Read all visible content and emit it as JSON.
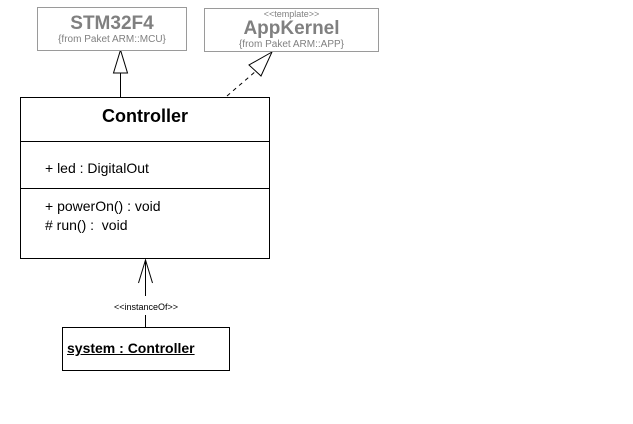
{
  "diagram": {
    "type": "UML class diagram",
    "external_classes": [
      {
        "name": "STM32F4",
        "stereotype": "",
        "origin": "{from Paket ARM::MCU}"
      },
      {
        "name": "AppKernel",
        "stereotype": "<<template>>",
        "origin": "{from Paket ARM::APP}"
      }
    ],
    "main_class": {
      "name": "Controller",
      "attributes": [
        "+ led : DigitalOut"
      ],
      "operations": [
        "+ powerOn() : void",
        "# run() :  void"
      ]
    },
    "object": {
      "name": "system : Controller"
    },
    "relations": [
      {
        "from": "Controller",
        "to": "STM32F4",
        "kind": "generalization"
      },
      {
        "from": "Controller",
        "to": "AppKernel",
        "kind": "realization"
      },
      {
        "from": "system : Controller",
        "to": "Controller",
        "kind": "dependency",
        "label": "<<instanceOf>>"
      }
    ],
    "colors": {
      "external_text": "#808080",
      "external_border": "#9a9a9a",
      "line": "#000000",
      "background": "#ffffff"
    }
  }
}
